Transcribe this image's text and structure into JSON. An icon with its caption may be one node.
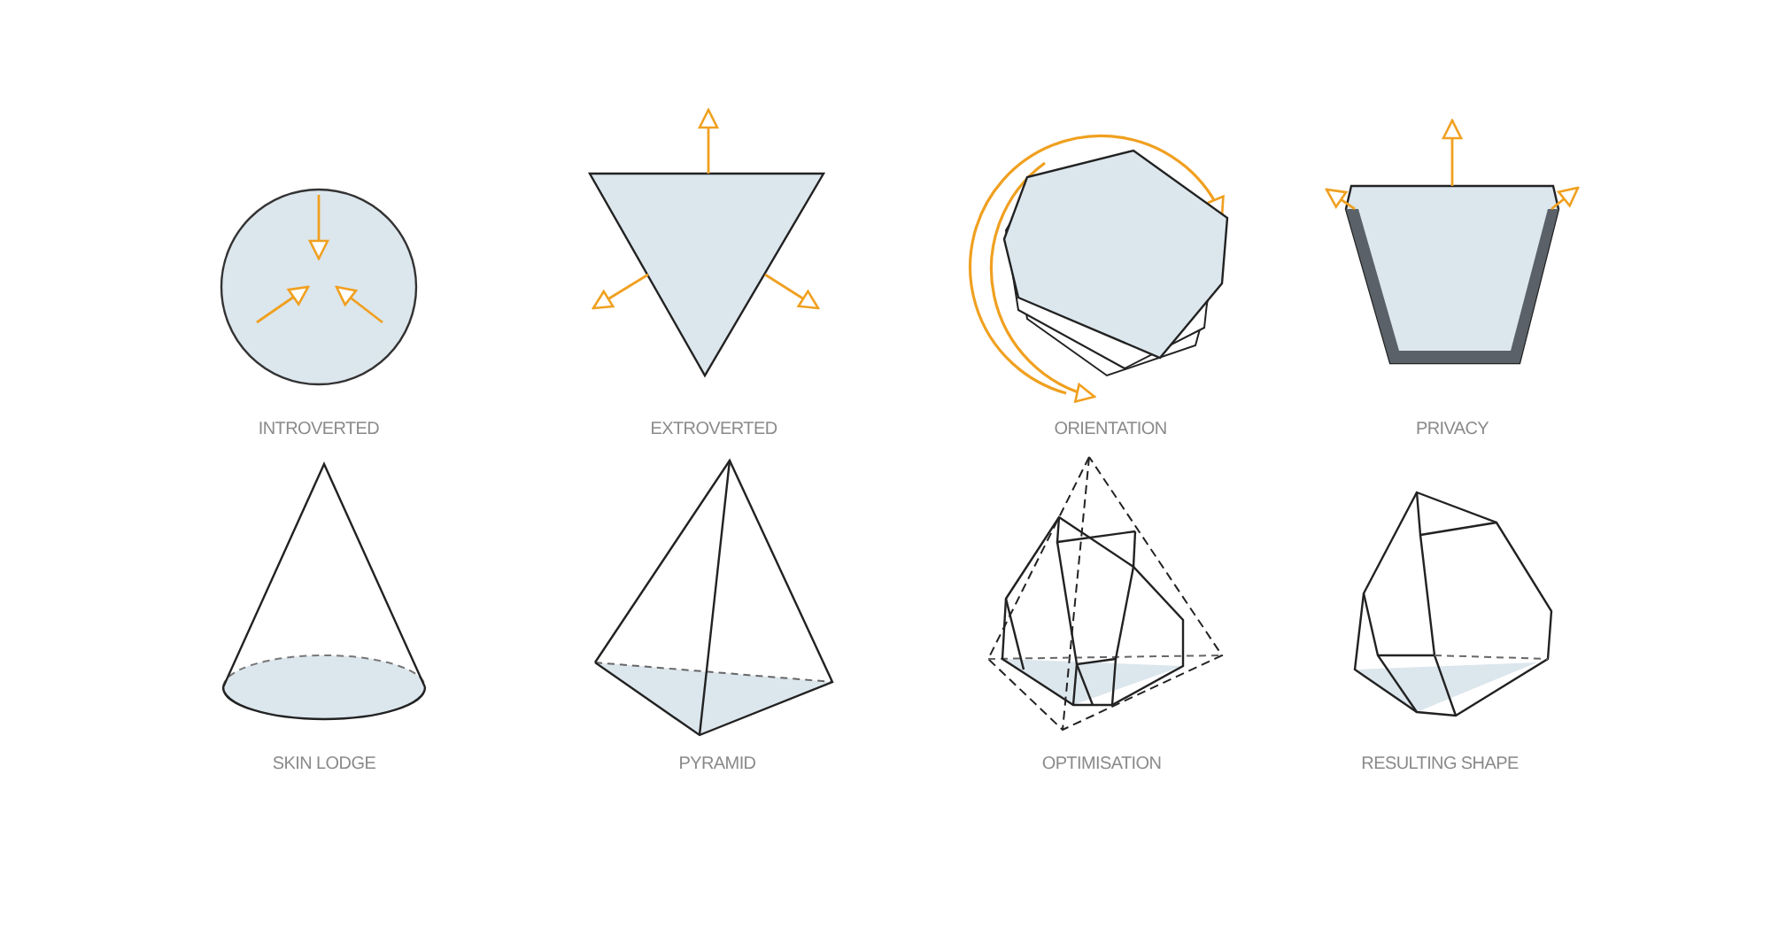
{
  "diagram": {
    "labels": [
      "INTROVERTED",
      "EXTROVERTED",
      "ORIENTATION",
      "PRIVACY",
      "SKIN LODGE",
      "PYRAMID",
      "OPTIMISATION",
      "RESULTING SHAPE"
    ]
  }
}
